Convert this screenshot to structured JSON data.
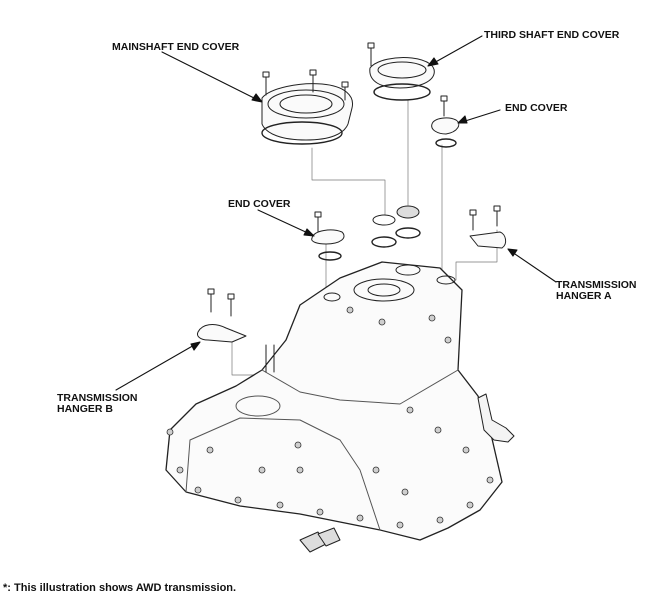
{
  "labels": {
    "mainshaft_end_cover": "MAINSHAFT END COVER",
    "third_shaft_end_cover": "THIRD SHAFT END COVER",
    "end_cover_right": "END COVER",
    "end_cover_left": "END COVER",
    "transmission_hanger_a": "TRANSMISSION\nHANGER A",
    "transmission_hanger_b": "TRANSMISSION\nHANGER B"
  },
  "footnote": "*: This illustration shows AWD transmission."
}
